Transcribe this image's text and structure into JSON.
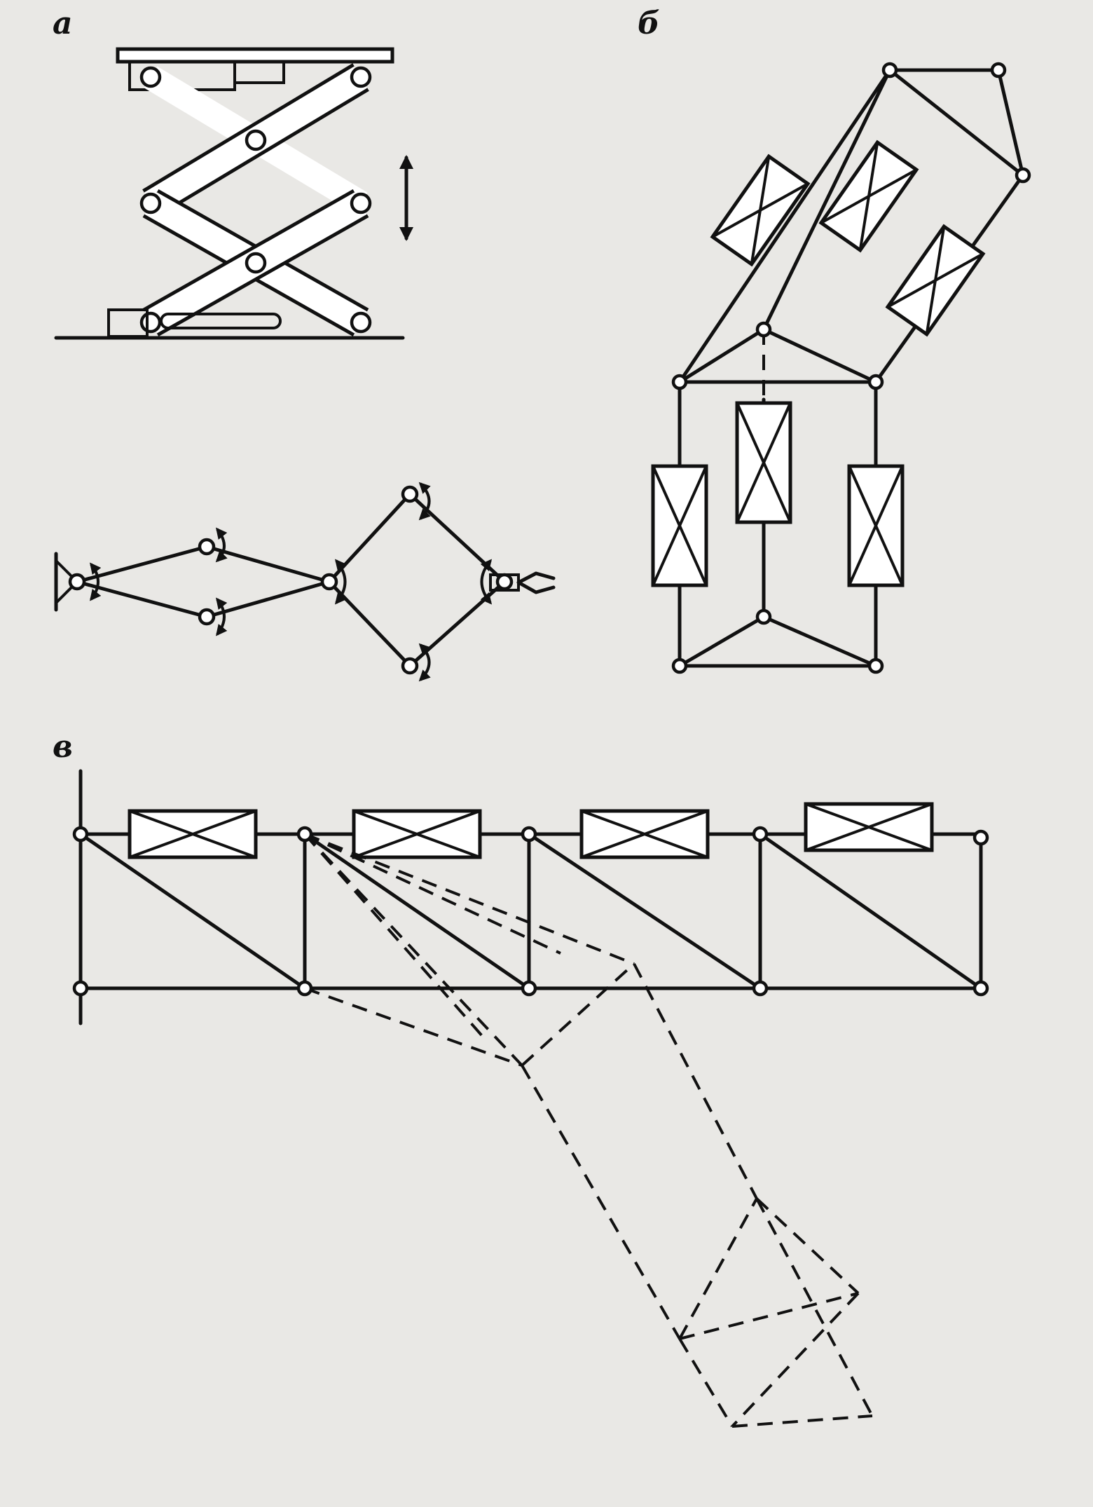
{
  "panels": {
    "a": {
      "label": "а"
    },
    "b": {
      "label": "б"
    },
    "c": {
      "label": "в"
    }
  },
  "colors": {
    "ink": "#111111",
    "paper": "#e9e8e5"
  }
}
